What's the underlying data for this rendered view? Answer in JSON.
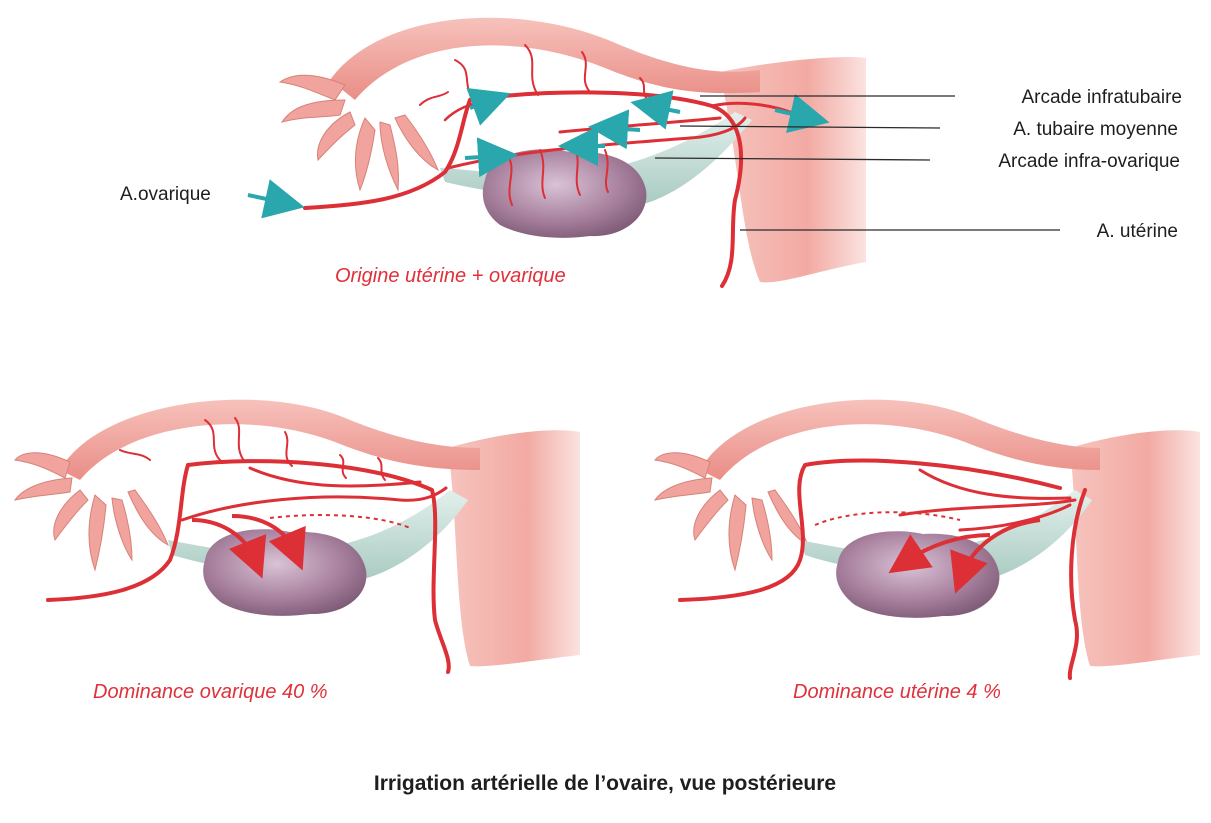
{
  "labels": {
    "arcade_infratubaire": "Arcade infratubaire",
    "tubaire_moyenne": "A. tubaire moyenne",
    "arcade_infra_ovarique": "Arcade infra-ovarique",
    "ovarique": "A.ovarique",
    "uterine": "A. utérine"
  },
  "captions": {
    "top": "Origine utérine + ovarique",
    "bottom_left": "Dominance ovarique 40 %",
    "bottom_right": "Dominance utérine 4 %"
  },
  "title": "Irrigation artérielle de l’ovaire, vue postérieure",
  "colors": {
    "artery": "#dc2f36",
    "tube": "#f2a7a2",
    "uterus": "#f4b4ae",
    "ovary": "#a8819e",
    "ligament": "#c6dfd8",
    "flow_arrow": "#2aa6ad",
    "caption": "#e0303a"
  }
}
